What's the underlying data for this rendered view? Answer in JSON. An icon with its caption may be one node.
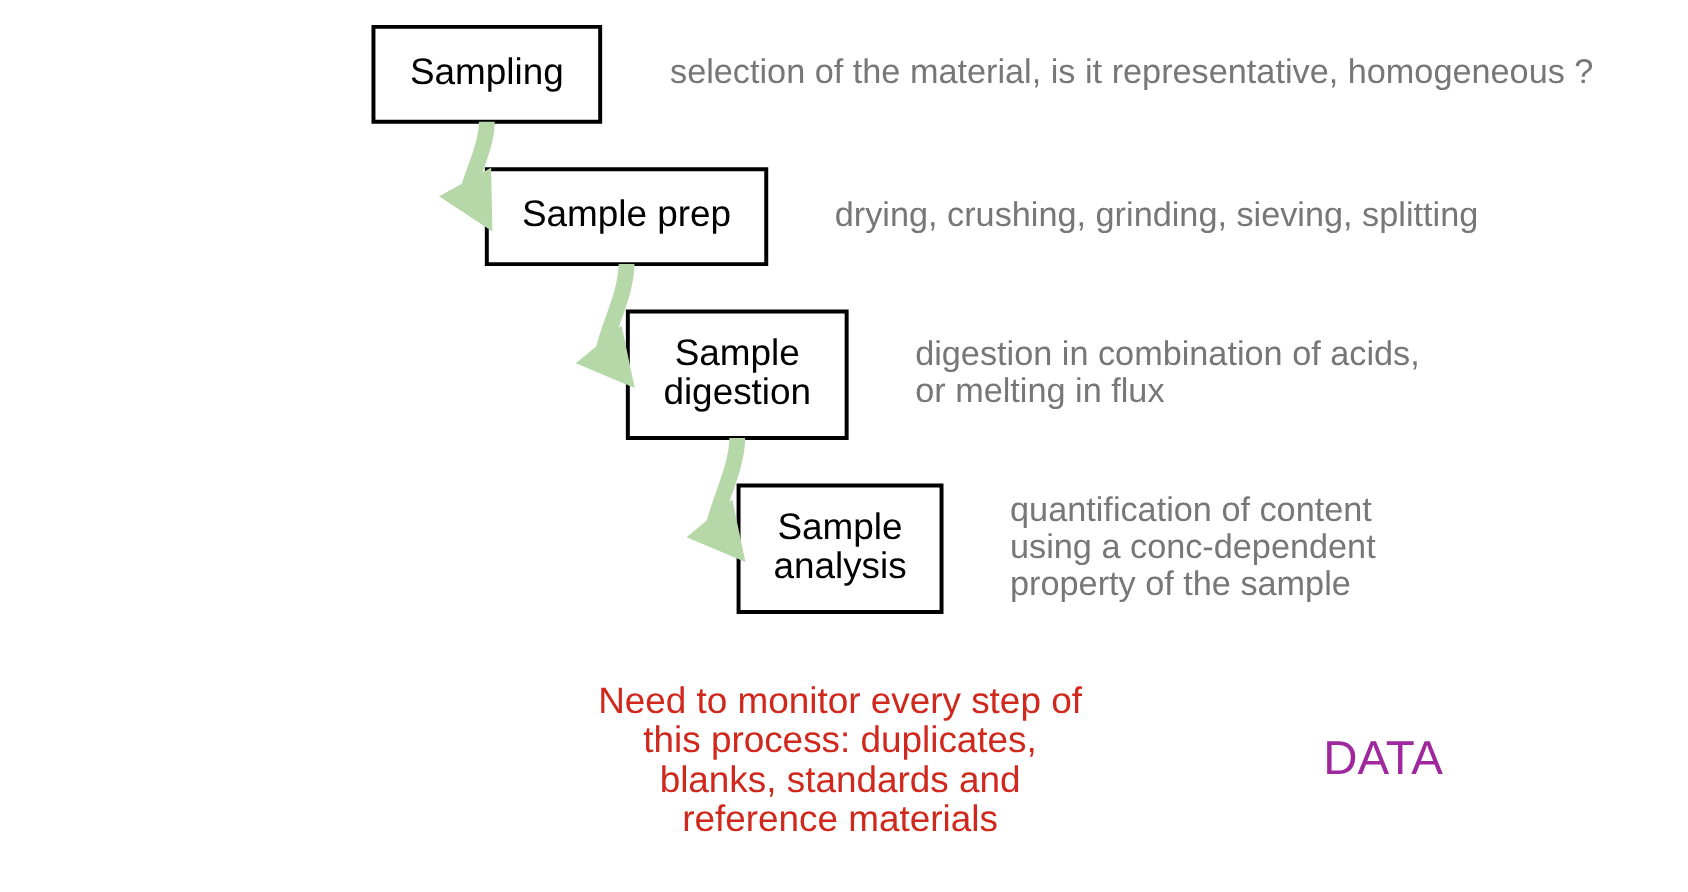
{
  "diagram": {
    "nodes": [
      {
        "text": [
          "Sampling"
        ],
        "beside": [
          "selection of the material, is it representative, homogeneous ?"
        ]
      },
      {
        "text": [
          "Sample prep"
        ],
        "beside": [
          "drying, crushing, grinding, sieving, splitting"
        ]
      },
      {
        "text": [
          "Sample digestion"
        ],
        "beside": [
          "digestion in combination of acids, or melting in flux"
        ]
      },
      {
        "text": [
          "Sample analysis"
        ],
        "beside": [
          "quantification of content using a conc-dependent property of the sample"
        ]
      }
    ],
    "edges": [
      {
        "from": 0,
        "to": 1,
        "arrow": "to"
      },
      {
        "from": 1,
        "to": 2,
        "arrow": "to"
      },
      {
        "from": 2,
        "to": 3,
        "arrow": "to"
      }
    ],
    "labels": [
      "Need to monitor every step of this process: duplicates, blanks, standards and reference materials",
      "DATA"
    ]
  }
}
